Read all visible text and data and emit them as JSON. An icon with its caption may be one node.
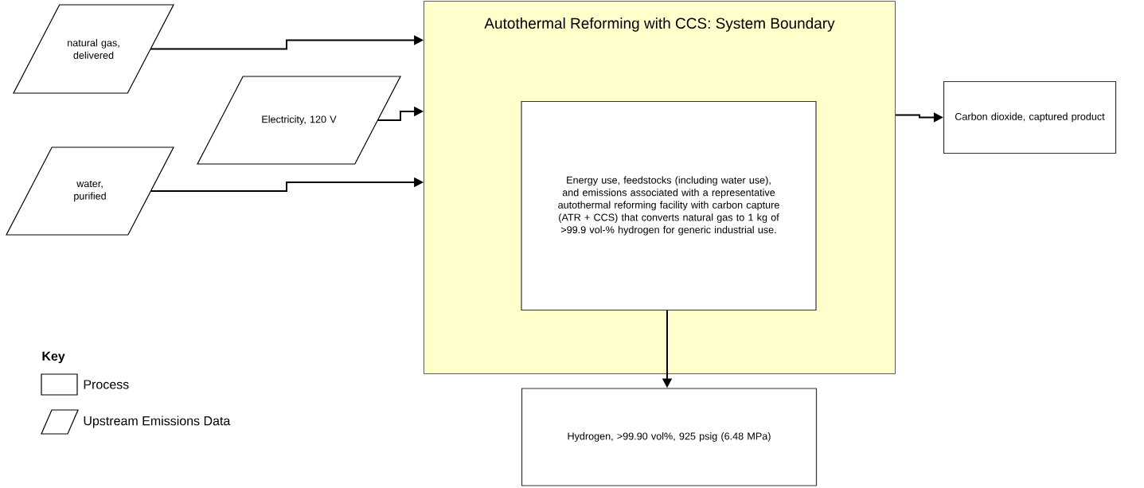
{
  "diagram": {
    "nodes": [
      {
        "text": [
          "Autothermal Reforming with CCS: System Boundary"
        ]
      },
      {
        "text": [
          "Energy use, feedstocks (including water use), and emissions associated with a representative autothermal reforming facility with carbon capture (ATR + CCS) that converts natural gas to 1 kg of >99.9 vol-% hydrogen for generic industrial use."
        ],
        "in": 0
      },
      {
        "text": [
          "natural gas, delivered"
        ]
      },
      {
        "text": [
          "Electricity, 120 V"
        ]
      },
      {
        "text": [
          "water, purified"
        ]
      },
      {
        "text": [
          "Carbon dioxide, captured product"
        ]
      },
      {
        "text": [
          "Hydrogen, >99.90 vol%, 925 psig (6.48 MPa)"
        ]
      }
    ],
    "edges": [
      {
        "from": 2,
        "to": 0,
        "arrow": "to"
      },
      {
        "from": 3,
        "to": 0,
        "arrow": "to"
      },
      {
        "from": 4,
        "to": 0,
        "arrow": "to"
      },
      {
        "from": 0,
        "to": 5,
        "arrow": "to"
      },
      {
        "from": 1,
        "to": 6,
        "arrow": "to"
      }
    ],
    "labels": [
      "Key"
    ],
    "legend": [
      {
        "text": "Process"
      },
      {
        "text": "Upstream Emissions Data"
      }
    ]
  }
}
